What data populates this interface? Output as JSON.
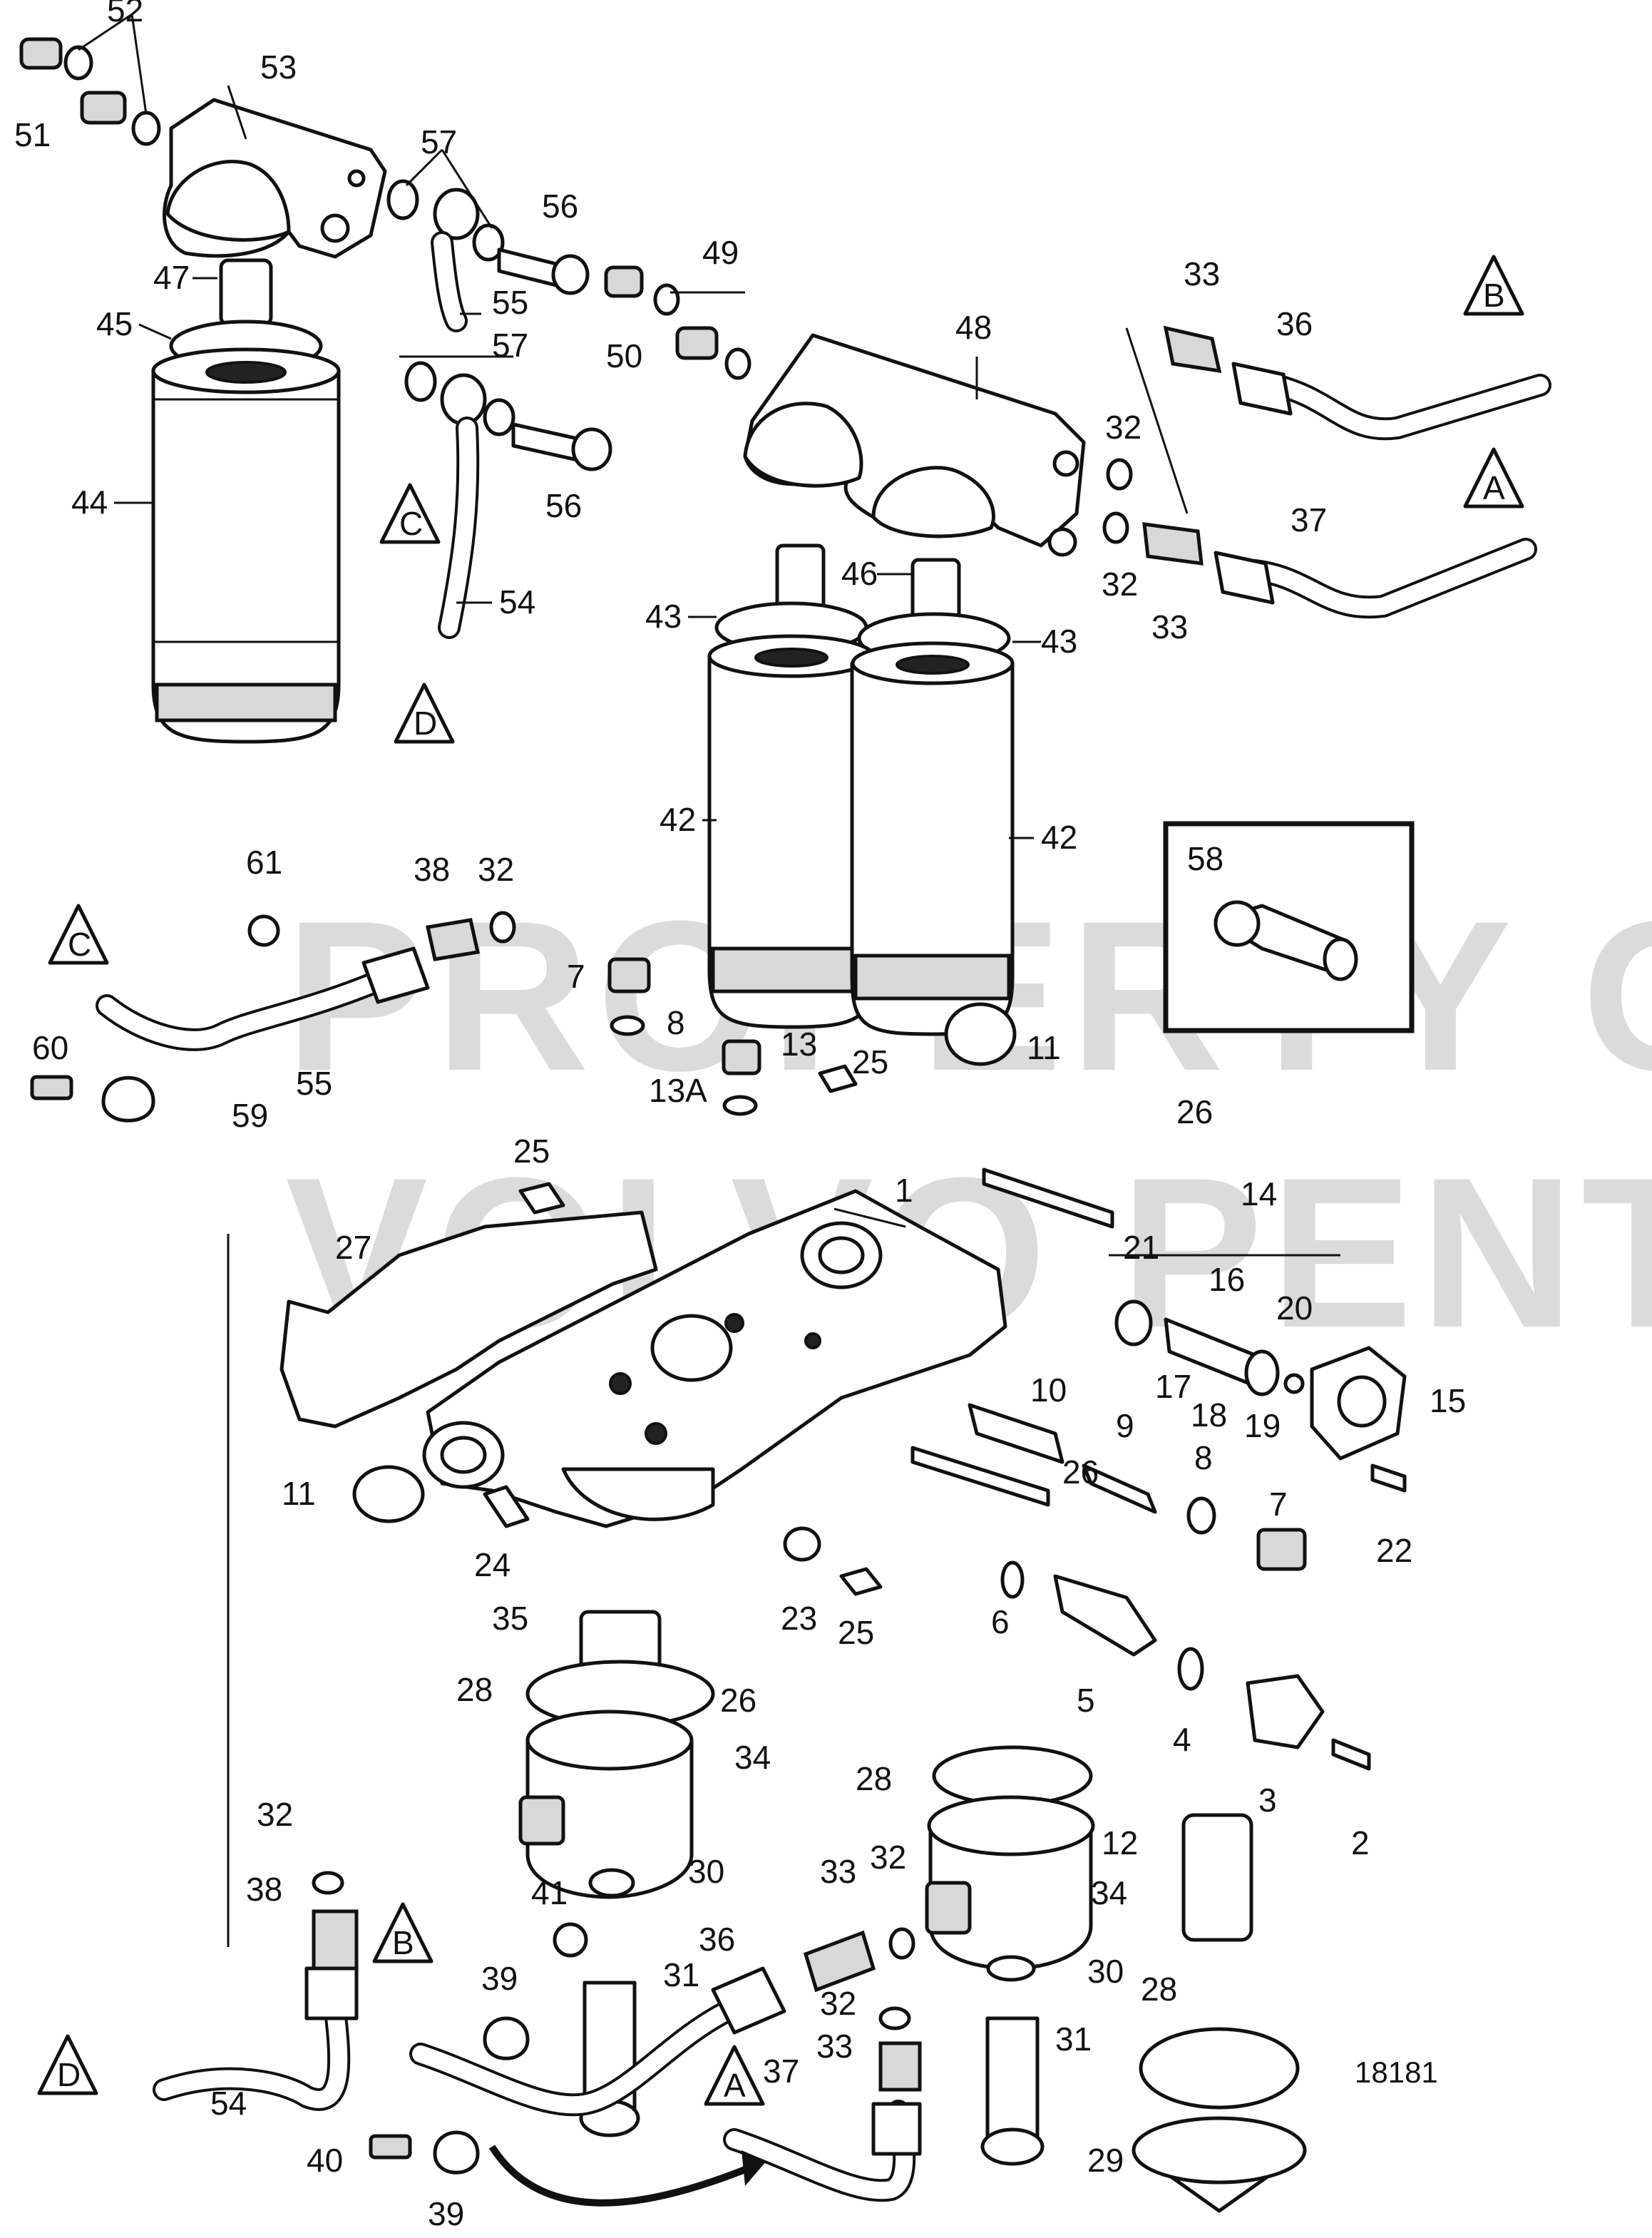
{
  "drawing_number": "18181",
  "watermark": {
    "line1": "PROPERTY OF",
    "line2": "VOLVO PENTA"
  },
  "callouts": {
    "c1": "1",
    "c2": "2",
    "c3": "3",
    "c4": "4",
    "c5": "5",
    "c6": "6",
    "c7a": "7",
    "c7b": "7",
    "c8a": "8",
    "c8b": "8",
    "c9": "9",
    "c10": "10",
    "c11a": "11",
    "c11b": "11",
    "c12": "12",
    "c13": "13",
    "c13a": "13A",
    "c14": "14",
    "c15": "15",
    "c16": "16",
    "c17": "17",
    "c18": "18",
    "c19": "19",
    "c20": "20",
    "c21": "21",
    "c22": "22",
    "c23": "23",
    "c24": "24",
    "c25a": "25",
    "c25b": "25",
    "c25c": "25",
    "c26a": "26",
    "c26b": "26",
    "c26c": "26",
    "c27": "27",
    "c28a": "28",
    "c28b": "28",
    "c28c": "28",
    "c29": "29",
    "c30a": "30",
    "c30b": "30",
    "c31a": "31",
    "c31b": "31",
    "c32a": "32",
    "c32b": "32",
    "c32c": "32",
    "c32d": "32",
    "c32e": "32",
    "c32f": "32",
    "c33a": "33",
    "c33b": "33",
    "c33c": "33",
    "c33d": "33",
    "c34a": "34",
    "c34b": "34",
    "c35": "35",
    "c36a": "36",
    "c36b": "36",
    "c37a": "37",
    "c37b": "37",
    "c38a": "38",
    "c38b": "38",
    "c39a": "39",
    "c39b": "39",
    "c40": "40",
    "c41": "41",
    "c42a": "42",
    "c42b": "42",
    "c43a": "43",
    "c43b": "43",
    "c44": "44",
    "c45": "45",
    "c46": "46",
    "c47": "47",
    "c48": "48",
    "c49": "49",
    "c50": "50",
    "c51": "51",
    "c52": "52",
    "c53": "53",
    "c54a": "54",
    "c54b": "54",
    "c55a": "55",
    "c55b": "55",
    "c56a": "56",
    "c56b": "56",
    "c57a": "57",
    "c57b": "57",
    "c58": "58",
    "c59": "59",
    "c60": "60",
    "c61": "61"
  },
  "connection_refs": {
    "A_top": "A",
    "A_bottom": "A",
    "B_top": "B",
    "B_bottom": "B",
    "C_top": "C",
    "C_mid": "C",
    "D_top": "D",
    "D_bottom": "D"
  }
}
